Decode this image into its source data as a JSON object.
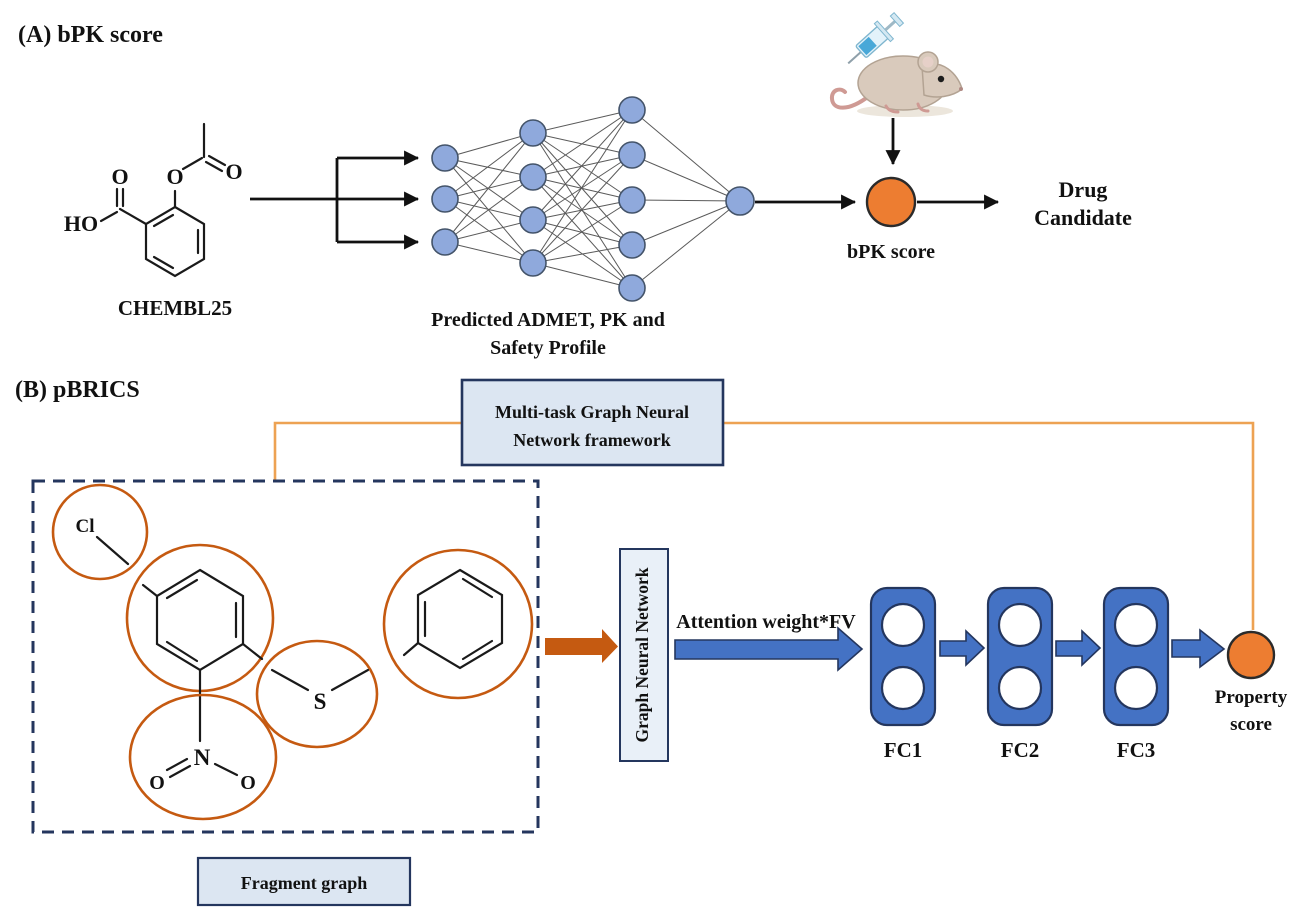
{
  "figure": {
    "panel_a": {
      "title": "(A) bPK score",
      "molecule": {
        "name": "CHEMBL25",
        "atoms": {
          "ho": "HO",
          "carboxyl_o": "O",
          "ester_o": "O",
          "carbonyl_o": "O"
        }
      },
      "network": {
        "caption_line1": "Predicted ADMET, PK and",
        "caption_line2": "Safety Profile",
        "layers": [
          3,
          4,
          5,
          1
        ]
      },
      "bpk_node_label": "bPK score",
      "output_line1": "Drug",
      "output_line2": "Candidate"
    },
    "panel_b": {
      "title": "(B) pBRICS",
      "framework_box_line1": "Multi-task Graph Neural",
      "framework_box_line2": "Network framework",
      "fragment_box_label": "Fragment graph",
      "fragments": {
        "cl": "Cl",
        "s": "S",
        "n": "N",
        "nitro_o_left": "O",
        "nitro_o_right": "O"
      },
      "gnn_box_label": "Graph Neural Network",
      "attention_arrow_label": "Attention weight*FV",
      "fc_blocks": [
        "FC1",
        "FC2",
        "FC3"
      ],
      "property_node_line1": "Property",
      "property_node_line2": "score"
    },
    "colors": {
      "score_node_orange": "#ED7D31",
      "fragment_circle_orange": "#C55A11",
      "connector_orange": "#EDA253",
      "box_fill_blue": "#DCE6F2",
      "box_border_navy": "#24365E",
      "fc_block_blue": "#4472C4",
      "nn_node_blue": "#8FA9DC"
    }
  }
}
